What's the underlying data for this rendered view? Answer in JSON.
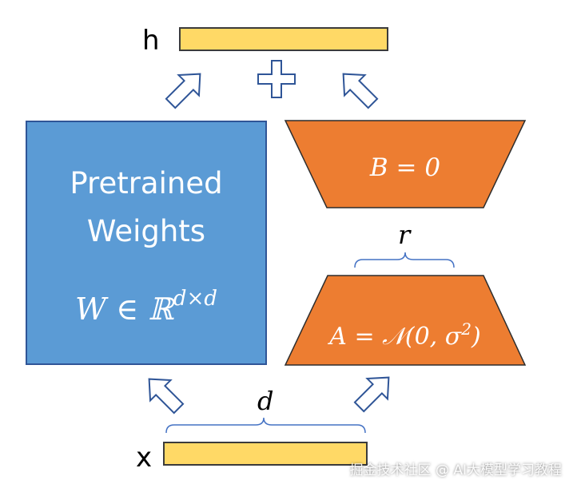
{
  "output_label": "h",
  "input_label": "x",
  "pretrained": {
    "line1": "Pretrained",
    "line2": "Weights",
    "formula_base": "W ∈ ℝ",
    "formula_exp": "d×d"
  },
  "matrix_b": {
    "formula": "B = 0"
  },
  "matrix_a": {
    "formula_main": "A = 𝒩(0, σ",
    "formula_exp": "2",
    "formula_end": ")"
  },
  "rank_label": "r",
  "dim_label": "d",
  "plus_symbol": "+",
  "watermark": "掘金技术社区 @ AI大模型学习教程",
  "colors": {
    "bar_fill": "#FFD966",
    "weights_fill": "#5B9BD5",
    "lora_fill": "#ED7D31",
    "arrow_stroke": "#2F5597",
    "brace_stroke": "#4472C4"
  }
}
